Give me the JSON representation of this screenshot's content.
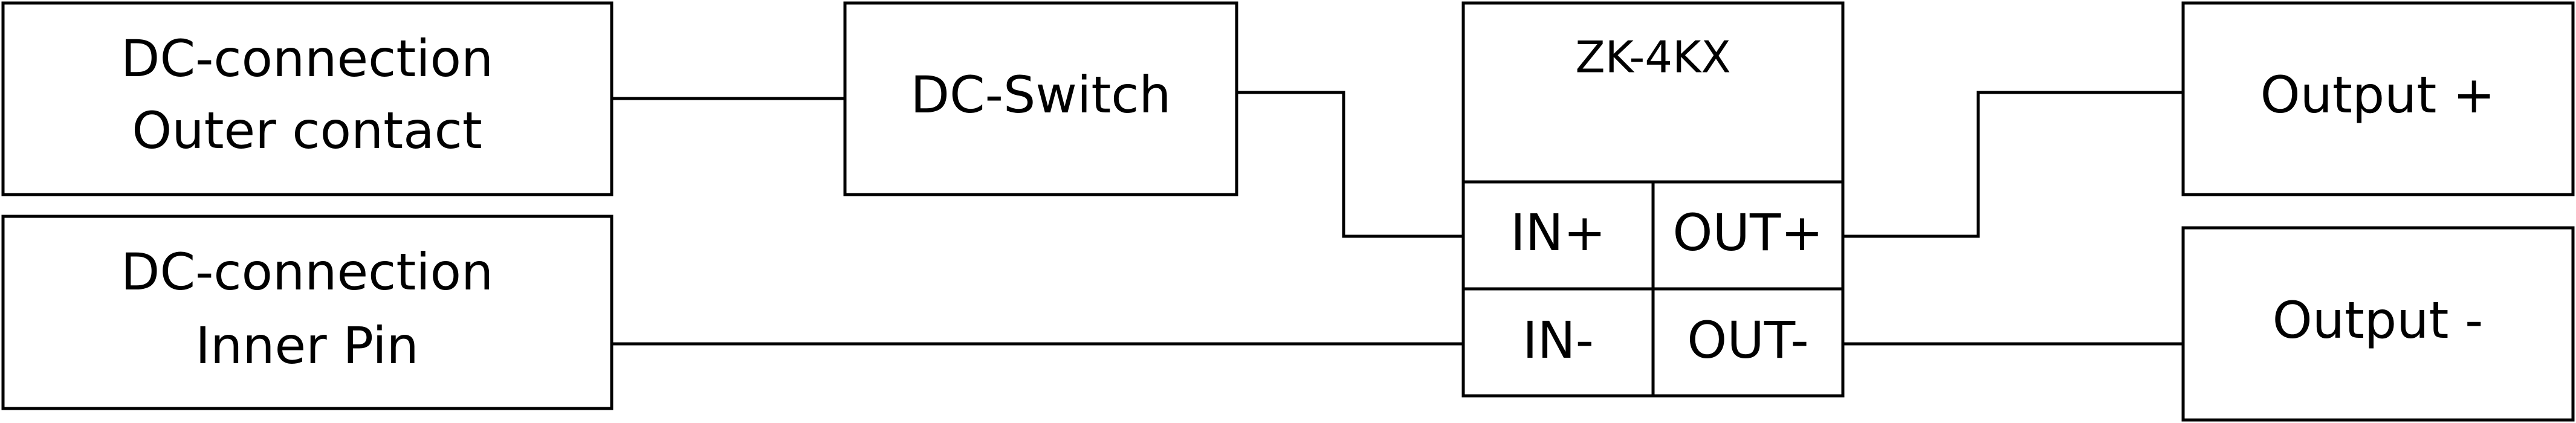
{
  "diagram": {
    "outer_contact": {
      "line1": "DC-connection",
      "line2": "Outer contact"
    },
    "inner_pin": {
      "line1": "DC-connection",
      "line2": "Inner Pin"
    },
    "dc_switch": {
      "label": "DC-Switch"
    },
    "module": {
      "title": "ZK-4KX",
      "in_plus": "IN+",
      "in_minus": "IN-",
      "out_plus": "OUT+",
      "out_minus": "OUT-"
    },
    "output_plus": {
      "label": "Output +"
    },
    "output_minus": {
      "label": "Output -"
    },
    "colors": {
      "stroke": "#000000",
      "fill": "#ffffff"
    }
  }
}
